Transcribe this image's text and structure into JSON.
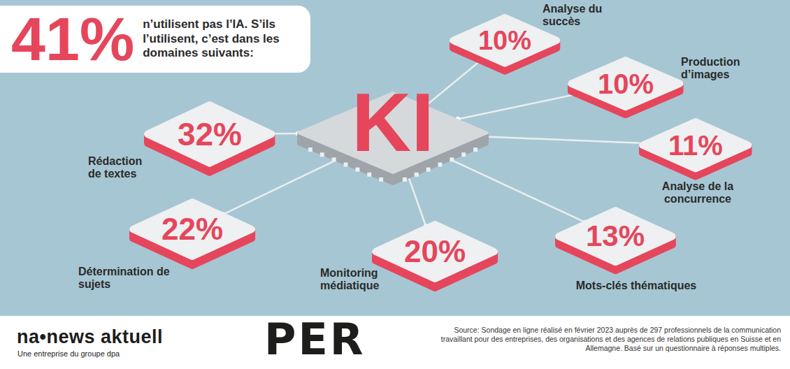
{
  "diagram": {
    "nodes": [
      {
        "text": [
          "41%",
          "n’utilisent pas l’IA. S’ils l’utilisent, c’est dans les domaines suivants:"
        ]
      },
      {
        "text": [
          "KI"
        ]
      },
      {
        "text": [
          "10%",
          "Analyse du succès"
        ]
      },
      {
        "text": [
          "10%",
          "Production d’images"
        ]
      },
      {
        "text": [
          "11%",
          "Analyse de la concurrence"
        ]
      },
      {
        "text": [
          "13%",
          "Mots-clés thématiques"
        ]
      },
      {
        "text": [
          "20%",
          "Monitoring médiatique"
        ]
      },
      {
        "text": [
          "22%",
          "Détermination de sujets"
        ]
      },
      {
        "text": [
          "32%",
          "Rédaction de textes"
        ]
      }
    ],
    "edges": [
      {
        "from": 1,
        "to": 2,
        "arrow": "none"
      },
      {
        "from": 1,
        "to": 3,
        "arrow": "none"
      },
      {
        "from": 1,
        "to": 4,
        "arrow": "none"
      },
      {
        "from": 1,
        "to": 5,
        "arrow": "none"
      },
      {
        "from": 1,
        "to": 6,
        "arrow": "none"
      },
      {
        "from": 1,
        "to": 7,
        "arrow": "none"
      },
      {
        "from": 1,
        "to": 8,
        "arrow": "none"
      }
    ],
    "labels": [
      "na•news aktuell",
      "Une entreprise du groupe dpa",
      "PER",
      "Source: Sondage en ligne réalisé en février 2023 auprès de 297 professionnels de la communication travaillant pour des entreprises, des organisations et des agences de relations publiques en Suisse et en Allemagne. Basé sur un questionnaire à réponses multiples."
    ]
  }
}
